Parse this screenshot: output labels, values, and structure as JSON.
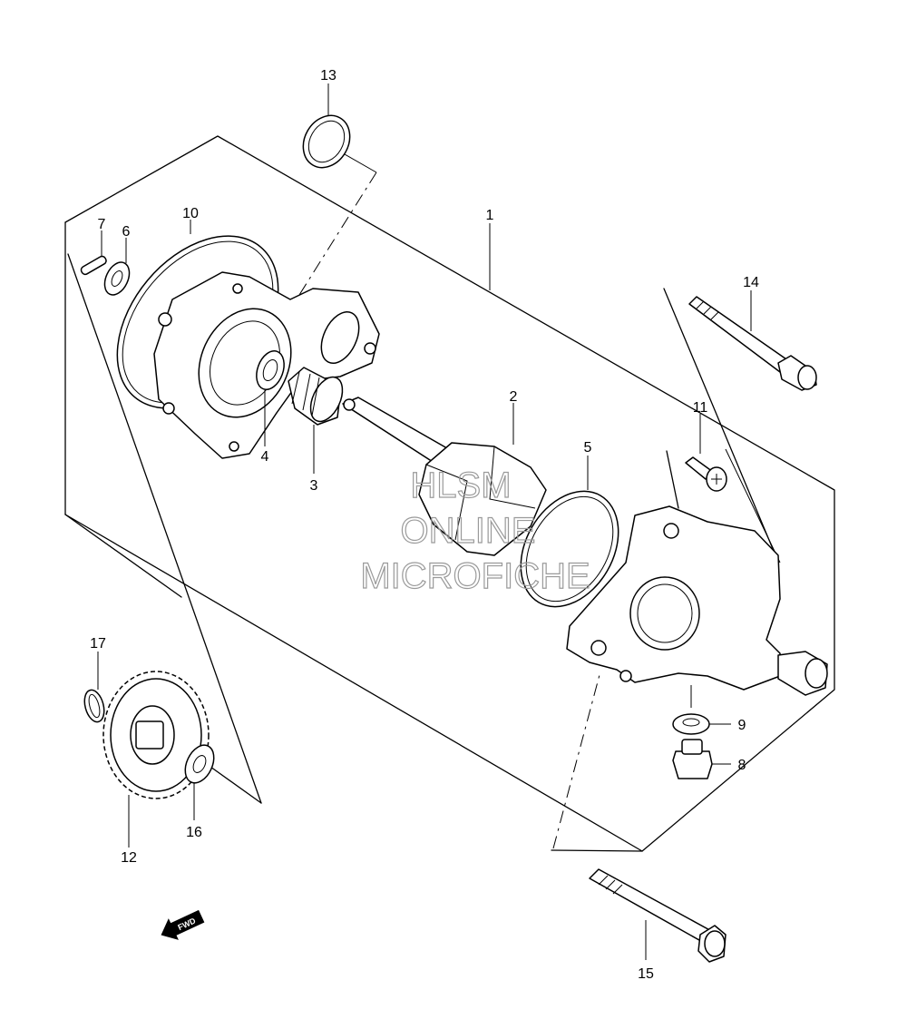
{
  "diagram": {
    "callouts": [
      "1",
      "2",
      "3",
      "4",
      "5",
      "6",
      "7",
      "8",
      "9",
      "10",
      "11",
      "12",
      "13",
      "14",
      "15",
      "16",
      "17"
    ],
    "direction_marker": "FWD"
  },
  "watermark": {
    "line1": "HLSM",
    "line2": "ONLINE",
    "line3": "MICROFICHE"
  }
}
